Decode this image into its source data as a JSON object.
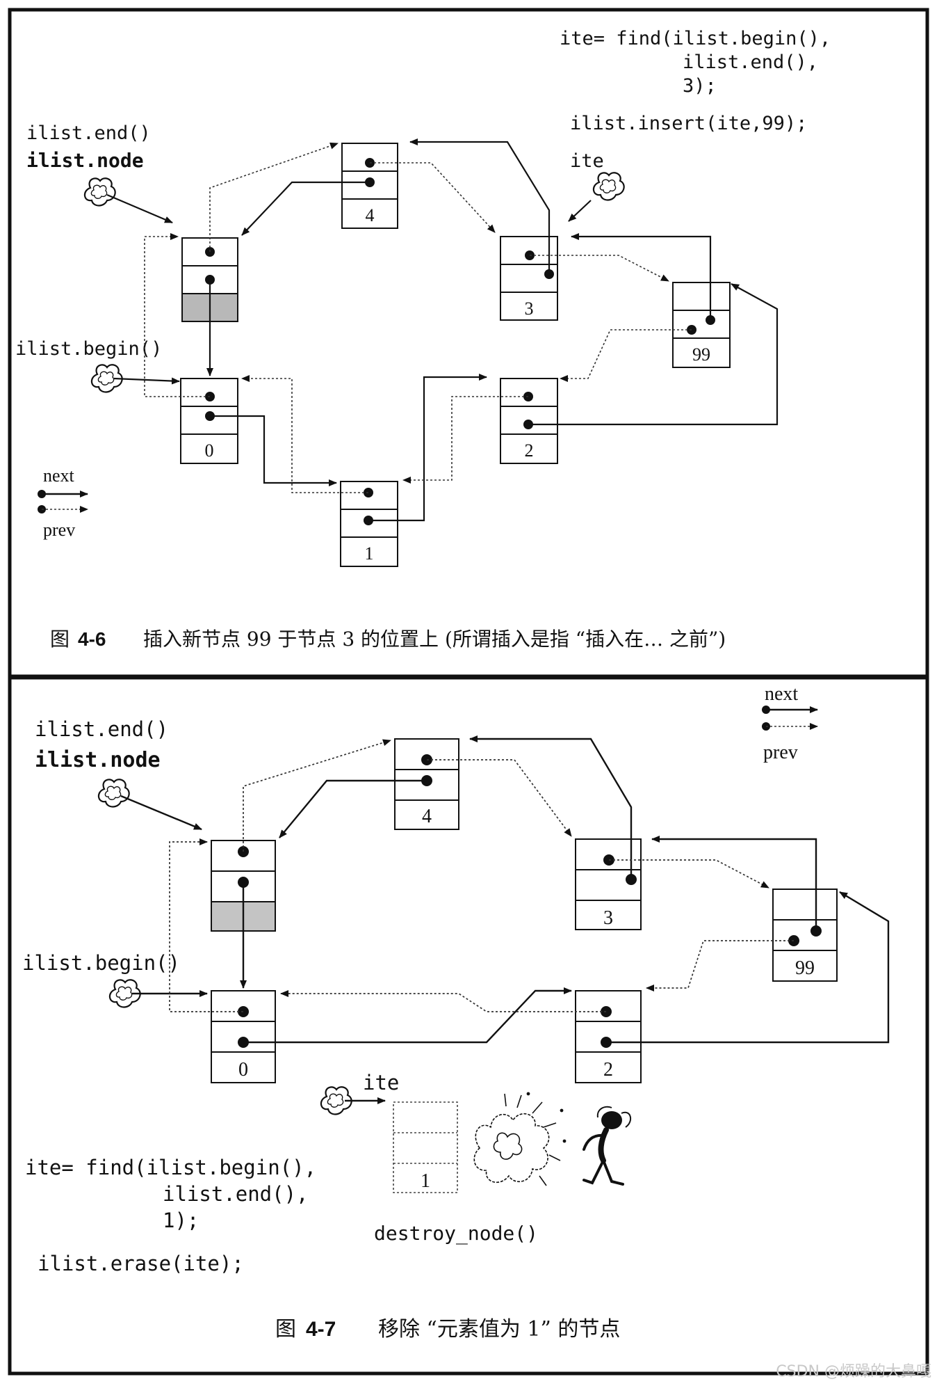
{
  "figure_4_6": {
    "code": [
      "ite= find(ilist.begin(),",
      "ilist.end(),",
      "3);",
      "ilist.insert(ite,99);"
    ],
    "label_end": "ilist.end()",
    "label_node": "ilist.node",
    "label_begin": "ilist.begin()",
    "label_ite": "ite",
    "nodes": [
      "4",
      "3",
      "99",
      "0",
      "2",
      "1"
    ],
    "legend_next": "next",
    "legend_prev": "prev",
    "caption_prefix": "图",
    "caption_number": "4-6",
    "caption_text": "插入新节点 99 于节点 3 的位置上 (所谓插入是指 “插入在… 之前”)"
  },
  "figure_4_7": {
    "label_end": "ilist.end()",
    "label_node": "ilist.node",
    "label_begin": "ilist.begin()",
    "label_ite": "ite",
    "nodes": [
      "4",
      "3",
      "99",
      "0",
      "2",
      "1"
    ],
    "legend_next": "next",
    "legend_prev": "prev",
    "code": [
      "ite= find(ilist.begin(),",
      "ilist.end(),",
      "1);",
      "ilist.erase(ite);"
    ],
    "destroy_label": "destroy_node()",
    "caption_prefix": "图",
    "caption_number": "4-7",
    "caption_text": "移除 “元素值为 1” 的节点"
  },
  "watermark": "CSDN @烦躁的大鼻嘎"
}
